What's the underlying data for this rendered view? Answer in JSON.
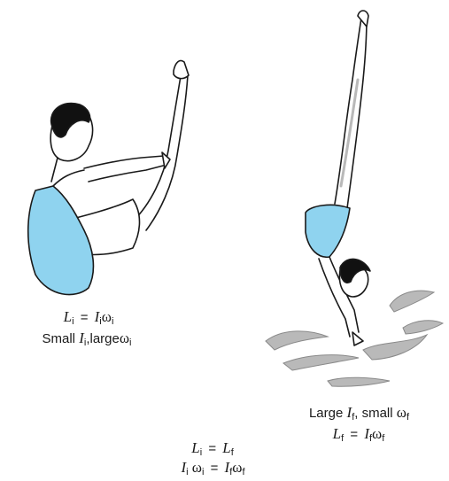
{
  "colors": {
    "swimsuit": "#8fd3ef",
    "hair": "#111111",
    "water": "#b9b9b9",
    "outline": "#1a1a1a"
  },
  "left_figure": {
    "icon": "tucked-diver-icon",
    "eq": {
      "L": "L",
      "L_sub": "i",
      "eq": "=",
      "I": "I",
      "I_sub": "i",
      "w": "ω",
      "w_sub": "i"
    },
    "desc": {
      "small": "Small ",
      "I": "I",
      "I_sub": "i",
      "comma": ",",
      "large": "large",
      "w": "ω",
      "w_sub": "i"
    }
  },
  "right_figure": {
    "icon": "extended-diver-icon",
    "desc": {
      "large": "Large ",
      "I": "I",
      "I_sub": "f",
      "comma": ", small ",
      "w": "ω",
      "w_sub": "f"
    },
    "eq": {
      "L": "L",
      "L_sub": "f",
      "eq": "=",
      "I": "I",
      "I_sub": "f",
      "w": "ω",
      "w_sub": "f"
    }
  },
  "bottom": {
    "eq1": {
      "L1": "L",
      "L1_sub": "i",
      "eq": "=",
      "L2": "L",
      "L2_sub": "f"
    },
    "eq2": {
      "I1": "I",
      "I1_sub": "i",
      "w1": "ω",
      "w1_sub": "i",
      "eq": "=",
      "I2": "I",
      "I2_sub": "f",
      "w2": "ω",
      "w2_sub": "f"
    }
  }
}
